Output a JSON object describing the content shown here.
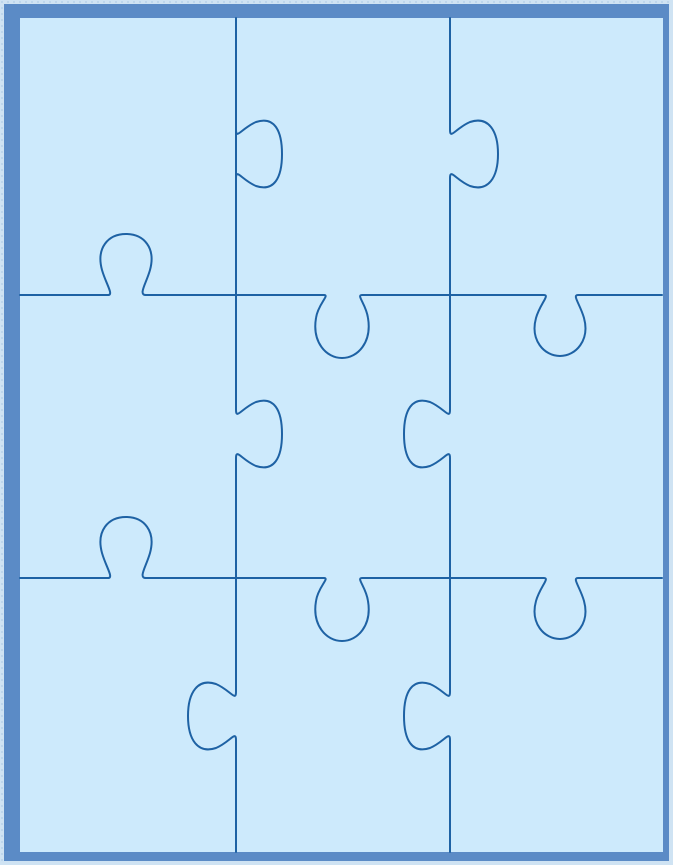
{
  "puzzle": {
    "rows": 3,
    "columns": 3,
    "piece_count": 9,
    "colors": {
      "page_background": "#cfe3f3",
      "frame": "#5b8bc6",
      "piece_fill": "#cdeafc",
      "cut_line": "#1e62a4"
    },
    "pieces": [
      {
        "row": 1,
        "column": 1
      },
      {
        "row": 1,
        "column": 2
      },
      {
        "row": 1,
        "column": 3
      },
      {
        "row": 2,
        "column": 1
      },
      {
        "row": 2,
        "column": 2
      },
      {
        "row": 2,
        "column": 3
      },
      {
        "row": 3,
        "column": 1
      },
      {
        "row": 3,
        "column": 2
      },
      {
        "row": 3,
        "column": 3
      }
    ]
  }
}
